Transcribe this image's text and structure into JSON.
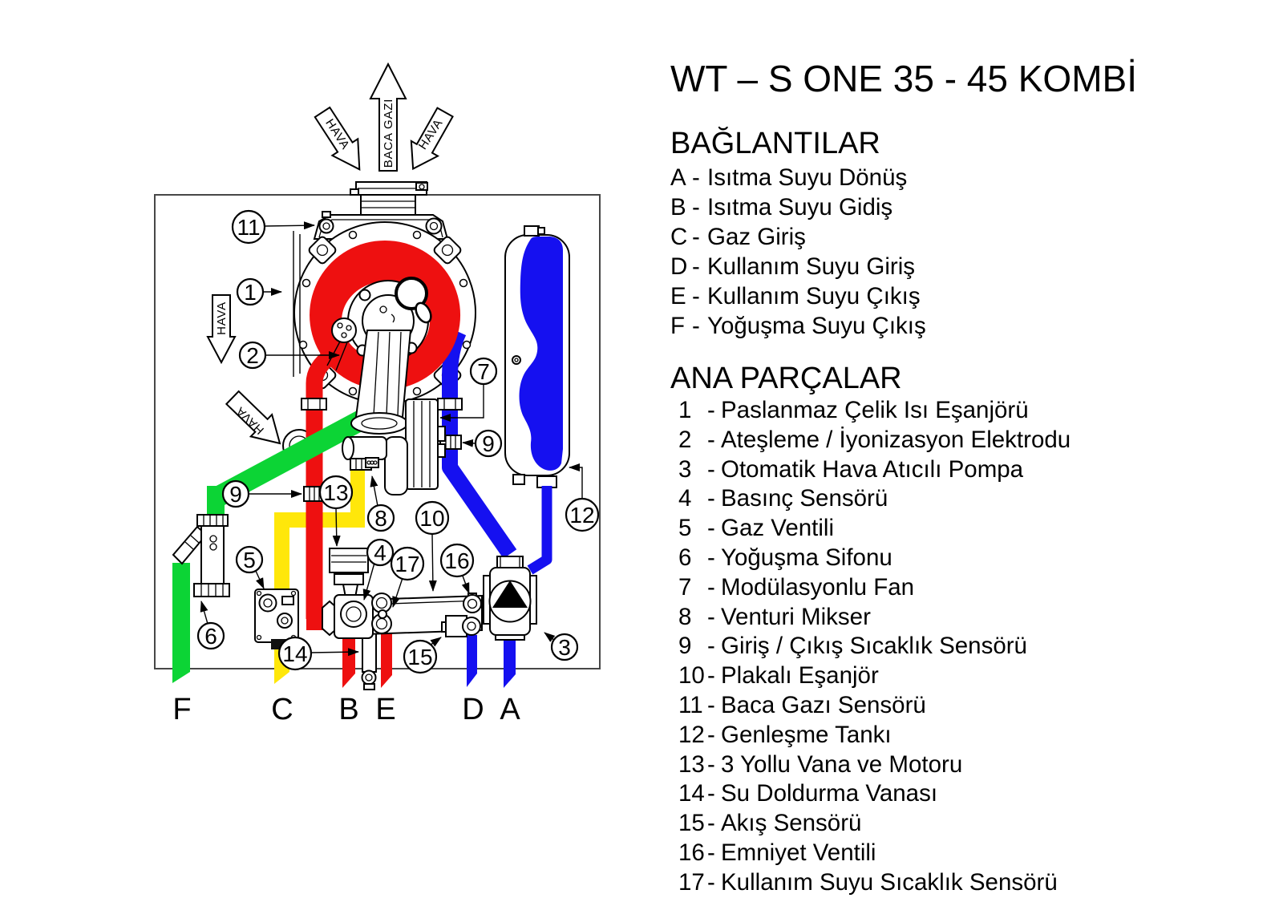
{
  "title": "WT – S ONE 35 - 45 KOMBİ",
  "separator": "-",
  "connections": {
    "heading": "BAĞLANTILAR",
    "items": [
      {
        "key": "A",
        "label": "Isıtma Suyu Dönüş"
      },
      {
        "key": "B",
        "label": "Isıtma Suyu Gidiş"
      },
      {
        "key": "C",
        "label": "Gaz Giriş"
      },
      {
        "key": "D",
        "label": "Kullanım Suyu Giriş"
      },
      {
        "key": "E",
        "label": "Kullanım Suyu Çıkış"
      },
      {
        "key": "F",
        "label": "Yoğuşma Suyu Çıkış"
      }
    ]
  },
  "parts": {
    "heading": "ANA PARÇALAR",
    "items": [
      {
        "num": "1",
        "label": "Paslanmaz Çelik Isı Eşanjörü"
      },
      {
        "num": "2",
        "label": "Ateşleme / İyonizasyon Elektrodu"
      },
      {
        "num": "3",
        "label": "Otomatik Hava Atıcılı Pompa"
      },
      {
        "num": "4",
        "label": "Basınç Sensörü"
      },
      {
        "num": "5",
        "label": "Gaz Ventili"
      },
      {
        "num": "6",
        "label": "Yoğuşma Sifonu"
      },
      {
        "num": "7",
        "label": "Modülasyonlu Fan"
      },
      {
        "num": "8",
        "label": "Venturi Mikser"
      },
      {
        "num": "9",
        "label": "Giriş / Çıkış Sıcaklık Sensörü"
      },
      {
        "num": "10",
        "label": "Plakalı Eşanjör"
      },
      {
        "num": "11",
        "label": "Baca Gazı Sensörü"
      },
      {
        "num": "12",
        "label": "Genleşme Tankı"
      },
      {
        "num": "13",
        "label": "3 Yollu Vana ve Motoru"
      },
      {
        "num": "14",
        "label": "Su Doldurma Vanası"
      },
      {
        "num": "15",
        "label": "Akış Sensörü"
      },
      {
        "num": "16",
        "label": "Emniyet Ventili"
      },
      {
        "num": "17",
        "label": "Kullanım Suyu Sıcaklık Sensörü"
      }
    ]
  },
  "diagram": {
    "flow_labels": {
      "air_top_left": "HAVA",
      "flue": "BACA GAZI",
      "air_top_right": "HAVA",
      "air_side": "HAVA",
      "air_mid": "HAVA"
    },
    "port_labels": {
      "f": "F",
      "c": "C",
      "b": "B",
      "e": "E",
      "d": "D",
      "a": "A"
    },
    "callouts": {
      "c11": "11",
      "c1": "1",
      "c2": "2",
      "c7": "7",
      "c9a": "9",
      "c12": "12",
      "c9b": "9",
      "c13": "13",
      "c8": "8",
      "c10": "10",
      "c5": "5",
      "c4": "4",
      "c17": "17",
      "c16": "16",
      "c6": "6",
      "c14": "14",
      "c15": "15",
      "c3": "3"
    },
    "colors": {
      "heating": "#ee1010",
      "dhw": "#1510f0",
      "gas": "#ffe70a",
      "condensate": "#0cd435"
    }
  }
}
